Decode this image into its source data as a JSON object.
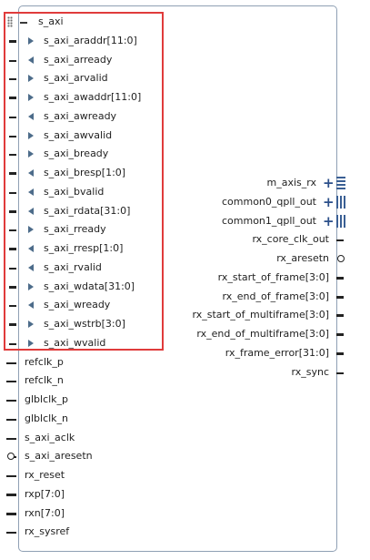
{
  "block": {
    "s_axi_bus": {
      "label": "s_axi",
      "icon": "collapse-minus-icon"
    },
    "s_axi_ports": [
      {
        "label": "s_axi_araddr[11:0]",
        "dir": "in",
        "bus": true
      },
      {
        "label": "s_axi_arready",
        "dir": "out",
        "bus": false
      },
      {
        "label": "s_axi_arvalid",
        "dir": "in",
        "bus": false
      },
      {
        "label": "s_axi_awaddr[11:0]",
        "dir": "in",
        "bus": true
      },
      {
        "label": "s_axi_awready",
        "dir": "out",
        "bus": false
      },
      {
        "label": "s_axi_awvalid",
        "dir": "in",
        "bus": false
      },
      {
        "label": "s_axi_bready",
        "dir": "in",
        "bus": false
      },
      {
        "label": "s_axi_bresp[1:0]",
        "dir": "out",
        "bus": true
      },
      {
        "label": "s_axi_bvalid",
        "dir": "out",
        "bus": false
      },
      {
        "label": "s_axi_rdata[31:0]",
        "dir": "out",
        "bus": true
      },
      {
        "label": "s_axi_rready",
        "dir": "in",
        "bus": false
      },
      {
        "label": "s_axi_rresp[1:0]",
        "dir": "out",
        "bus": true
      },
      {
        "label": "s_axi_rvalid",
        "dir": "out",
        "bus": false
      },
      {
        "label": "s_axi_wdata[31:0]",
        "dir": "in",
        "bus": true
      },
      {
        "label": "s_axi_wready",
        "dir": "out",
        "bus": false
      },
      {
        "label": "s_axi_wstrb[3:0]",
        "dir": "in",
        "bus": true
      },
      {
        "label": "s_axi_wvalid",
        "dir": "in",
        "bus": false
      }
    ],
    "left_ports": [
      {
        "label": "refclk_p",
        "bus": false,
        "inverted": false
      },
      {
        "label": "refclk_n",
        "bus": false,
        "inverted": false
      },
      {
        "label": "glblclk_p",
        "bus": false,
        "inverted": false
      },
      {
        "label": "glblclk_n",
        "bus": false,
        "inverted": false
      },
      {
        "label": "s_axi_aclk",
        "bus": false,
        "inverted": false
      },
      {
        "label": "s_axi_aresetn",
        "bus": false,
        "inverted": true
      },
      {
        "label": "rx_reset",
        "bus": false,
        "inverted": false
      },
      {
        "label": "rxp[7:0]",
        "bus": true,
        "inverted": false
      },
      {
        "label": "rxn[7:0]",
        "bus": true,
        "inverted": false
      },
      {
        "label": "rx_sysref",
        "bus": false,
        "inverted": false
      }
    ],
    "right_bus_ports": [
      {
        "label": "m_axis_rx",
        "glyph": "grid"
      },
      {
        "label": "common0_qpll_out",
        "glyph": "bars"
      },
      {
        "label": "common1_qpll_out",
        "glyph": "bars"
      }
    ],
    "right_ports": [
      {
        "label": "rx_core_clk_out",
        "bus": false,
        "inverted": false
      },
      {
        "label": "rx_aresetn",
        "bus": false,
        "inverted": true
      },
      {
        "label": "rx_start_of_frame[3:0]",
        "bus": true,
        "inverted": false
      },
      {
        "label": "rx_end_of_frame[3:0]",
        "bus": true,
        "inverted": false
      },
      {
        "label": "rx_start_of_multiframe[3:0]",
        "bus": true,
        "inverted": false
      },
      {
        "label": "rx_end_of_multiframe[3:0]",
        "bus": true,
        "inverted": false
      },
      {
        "label": "rx_frame_error[31:0]",
        "bus": true,
        "inverted": false
      },
      {
        "label": "rx_sync",
        "bus": false,
        "inverted": false
      }
    ],
    "highlight_color": "#e03b3b"
  }
}
